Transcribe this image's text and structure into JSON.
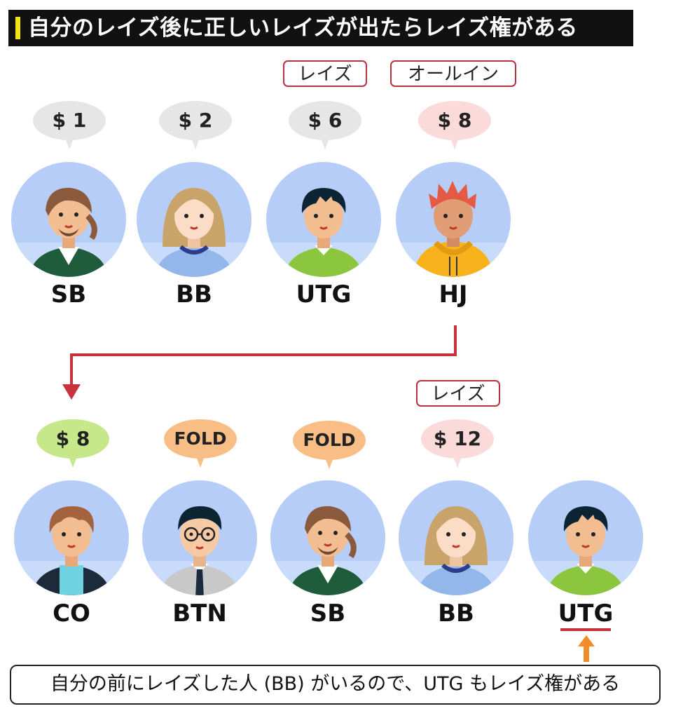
{
  "title": "自分のレイズ後に正しいレイズが出たらレイズ権がある",
  "colors": {
    "bubble_gray": "#e6e6e6",
    "bubble_pink": "#fbdada",
    "bubble_green": "#c6e88a",
    "bubble_orange": "#f9be86",
    "tag_border": "#b8323c",
    "arrow_red": "#c8323a",
    "arrow_orange": "#f28c28",
    "avatar_bg": "#b6cdf7"
  },
  "row1": [
    {
      "position": "SB",
      "bet": "$ 1",
      "action": ""
    },
    {
      "position": "BB",
      "bet": "$ 2",
      "action": ""
    },
    {
      "position": "UTG",
      "bet": "$ 6",
      "action": "レイズ"
    },
    {
      "position": "HJ",
      "bet": "$ 8",
      "action": "オールイン"
    }
  ],
  "row2": [
    {
      "position": "CO",
      "bet": "$ 8",
      "action": ""
    },
    {
      "position": "BTN",
      "bet": "FOLD",
      "action": ""
    },
    {
      "position": "SB",
      "bet": "FOLD",
      "action": ""
    },
    {
      "position": "BB",
      "bet": "$ 12",
      "action": "レイズ"
    },
    {
      "position": "UTG",
      "bet": "",
      "action": ""
    }
  ],
  "note": "自分の前にレイズした人 (BB) がいるので、UTG もレイズ権がある"
}
